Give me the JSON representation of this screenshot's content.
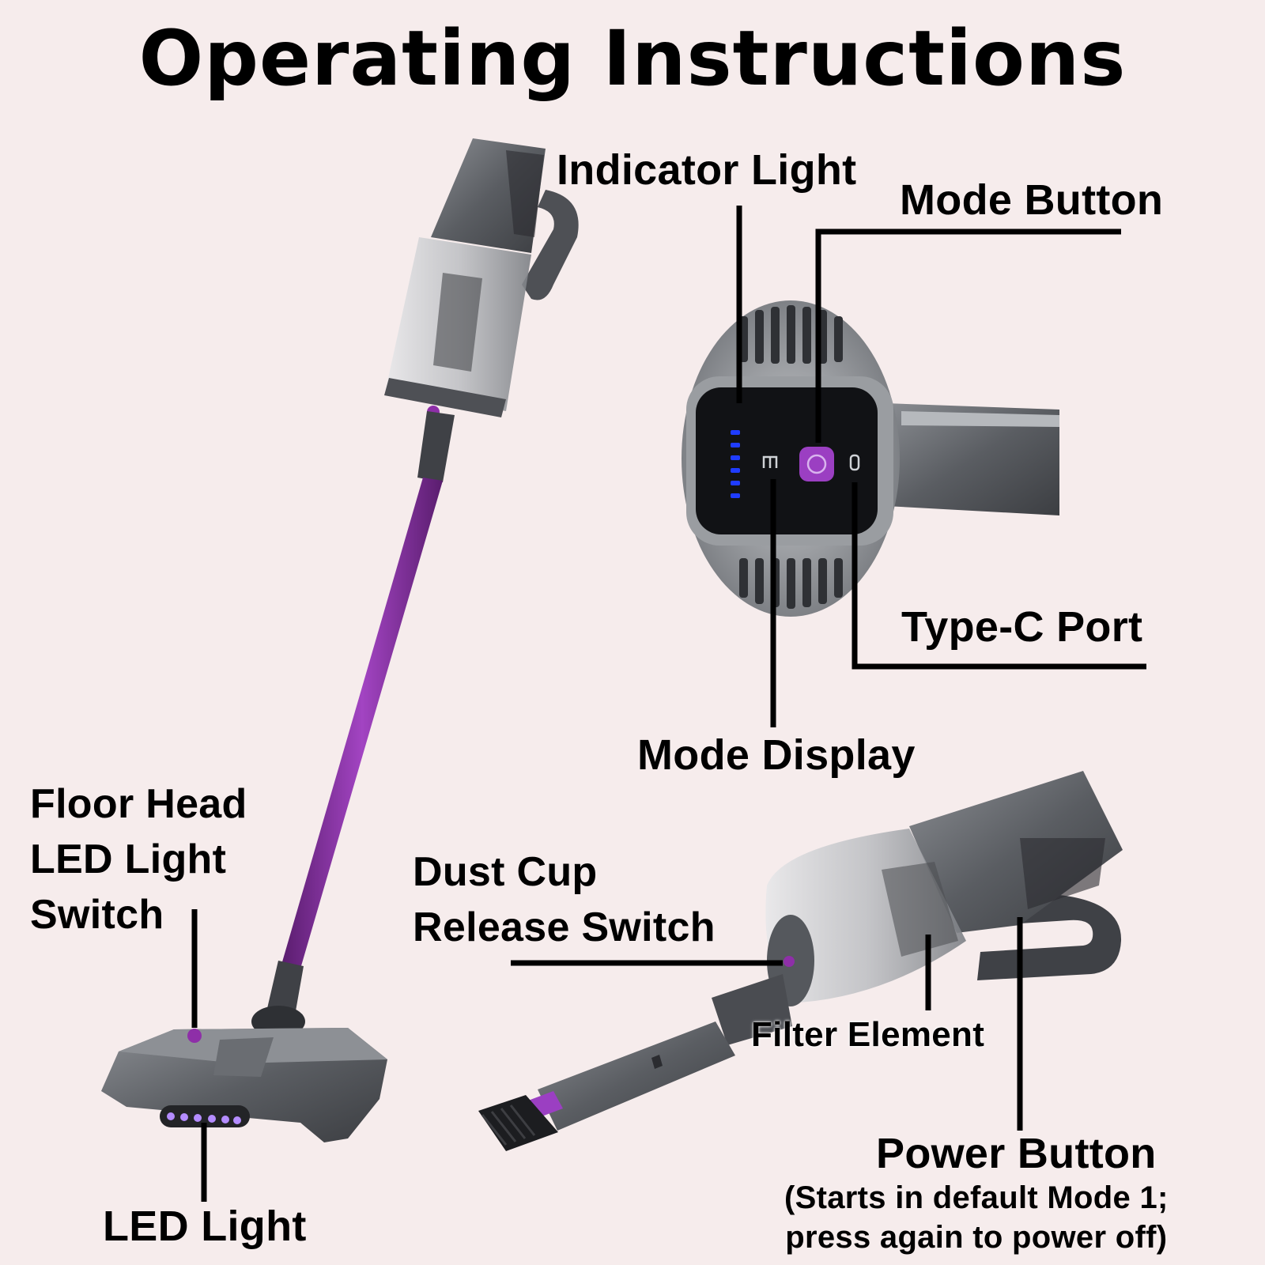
{
  "title": "Operating Instructions",
  "labels": {
    "indicator_light": "Indicator Light",
    "mode_button": "Mode Button",
    "type_c_port": "Type-C Port",
    "mode_display": "Mode Display",
    "floor_head_led_switch": [
      "Floor Head",
      "LED Light",
      "Switch"
    ],
    "led_light": "LED Light",
    "dust_cup_release": [
      "Dust Cup",
      "Release Switch"
    ],
    "filter_element": "Filter Element",
    "power_button": "Power Button",
    "power_button_note": [
      "(Starts in default Mode 1;",
      "press again to power off)"
    ]
  },
  "colors": {
    "background": "#f6ecec",
    "accent_purple": "#8e2fa8",
    "body_gray": "#5b5e63",
    "indicator_blue": "#1f3cff",
    "leader_line": "#000000"
  },
  "icons": {
    "vacuum_upright": "stick-vacuum-illustration",
    "control_panel_closeup": "control-panel-closeup-illustration",
    "handheld_vacuum": "handheld-vacuum-illustration"
  }
}
